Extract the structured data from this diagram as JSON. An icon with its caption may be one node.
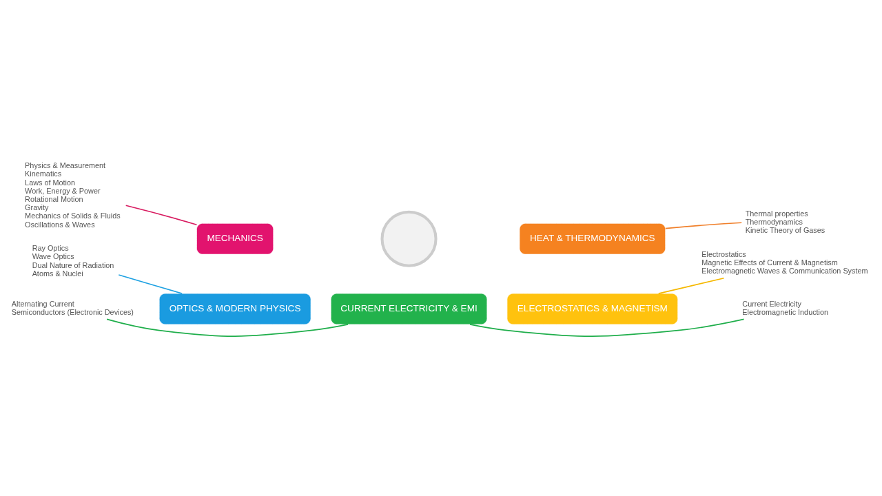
{
  "diagram": {
    "nodes": [
      {
        "text": [
          "Physics & Measurement",
          "Kinematics",
          "Laws of Motion",
          "Work, Energy & Power",
          "Rotational Motion",
          "Gravity",
          "Mechanics of Solids & Fluids",
          "Oscillations & Waves"
        ]
      },
      {
        "text": [
          "MECHANICS"
        ]
      },
      {
        "text": [
          "HEAT & THERMODYNAMICS"
        ]
      },
      {
        "text": [
          "Thermal properties",
          "Thermodynamics",
          "Kinetic Theory of Gases"
        ]
      },
      {
        "text": [
          "Ray Optics",
          "Wave Optics",
          "Dual Nature of Radiation",
          "Atoms & Nuclei"
        ]
      },
      {
        "text": [
          "OPTICS & MODERN PHYSICS"
        ]
      },
      {
        "text": [],
        "shape": "circle"
      },
      {
        "text": [
          "ELECTROSTATICS & MAGNETISM"
        ]
      },
      {
        "text": [
          "Electrostatics",
          "Magnetic Effects of Current & Magnetism",
          "Electromagnetic Waves & Communication System"
        ]
      },
      {
        "text": [
          "CURRENT ELECTRICITY & EMI"
        ]
      },
      {
        "text": [
          "Alternating Current",
          "Semiconductors (Electronic Devices)"
        ]
      },
      {
        "text": [
          "Current Electricity",
          "Electromagnetic Induction"
        ]
      }
    ],
    "edges": [
      {
        "from": 1,
        "to": 0,
        "arrow": "none",
        "color": "#d81b60"
      },
      {
        "from": 2,
        "to": 3,
        "arrow": "none",
        "color": "#f07f2a"
      },
      {
        "from": 5,
        "to": 4,
        "arrow": "none",
        "color": "#1da1e2"
      },
      {
        "from": 7,
        "to": 8,
        "arrow": "none",
        "color": "#f5b800"
      },
      {
        "from": 9,
        "to": 10,
        "arrow": "none",
        "color": "#1fae4b"
      },
      {
        "from": 9,
        "to": 11,
        "arrow": "none",
        "color": "#1fae4b"
      }
    ]
  }
}
